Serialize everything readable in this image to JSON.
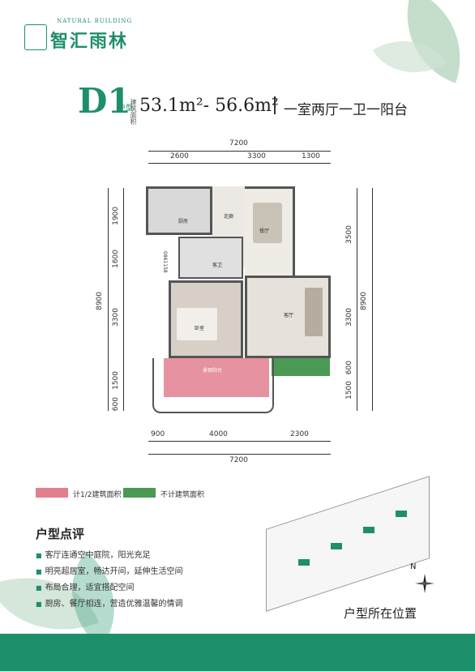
{
  "brand": {
    "name": "智汇雨林",
    "subtitle": "NATURAL BUILDING"
  },
  "unit": {
    "code": "D1",
    "type_tag": "户型",
    "area_label": "建筑面积",
    "area_range": "53.1m²- 56.6m²",
    "layout": "一室两厅一卫一阳台"
  },
  "dimensions": {
    "top_total": "7200",
    "top_parts": [
      "2600",
      "3300",
      "1300"
    ],
    "bottom_total": "7200",
    "bottom_parts": [
      "900",
      "4000",
      "2300"
    ],
    "left_total": "8900",
    "left_parts": [
      "1900",
      "1600",
      "3300",
      "1500",
      "600"
    ],
    "right_total": "8900",
    "right_parts": [
      "3500",
      "3300",
      "600",
      "1500"
    ],
    "inner_label": "0861158"
  },
  "rooms": {
    "kitchen": "厨房",
    "corridor": "走廊",
    "dining": "餐厅",
    "bath": "客卫",
    "bedroom": "卧室",
    "living": "客厅",
    "balcony": "景观阳台"
  },
  "legend": {
    "half_area": "计1/2建筑面积",
    "no_area": "不计建筑面积"
  },
  "review": {
    "title": "户型点评",
    "items": [
      "客厅连通空中庭院，阳光充足",
      "明亮超居室，畅达开间，延伸生活空间",
      "布局合理，适宜搭配空间",
      "厨房、餐厅相连，营造优雅温馨的情调"
    ]
  },
  "location": {
    "title": "户型所在位置",
    "north": "N"
  },
  "colors": {
    "brand_green": "#1e8f6a",
    "half_area_pink": "#e27f8f",
    "no_area_green": "#4a9a55"
  }
}
